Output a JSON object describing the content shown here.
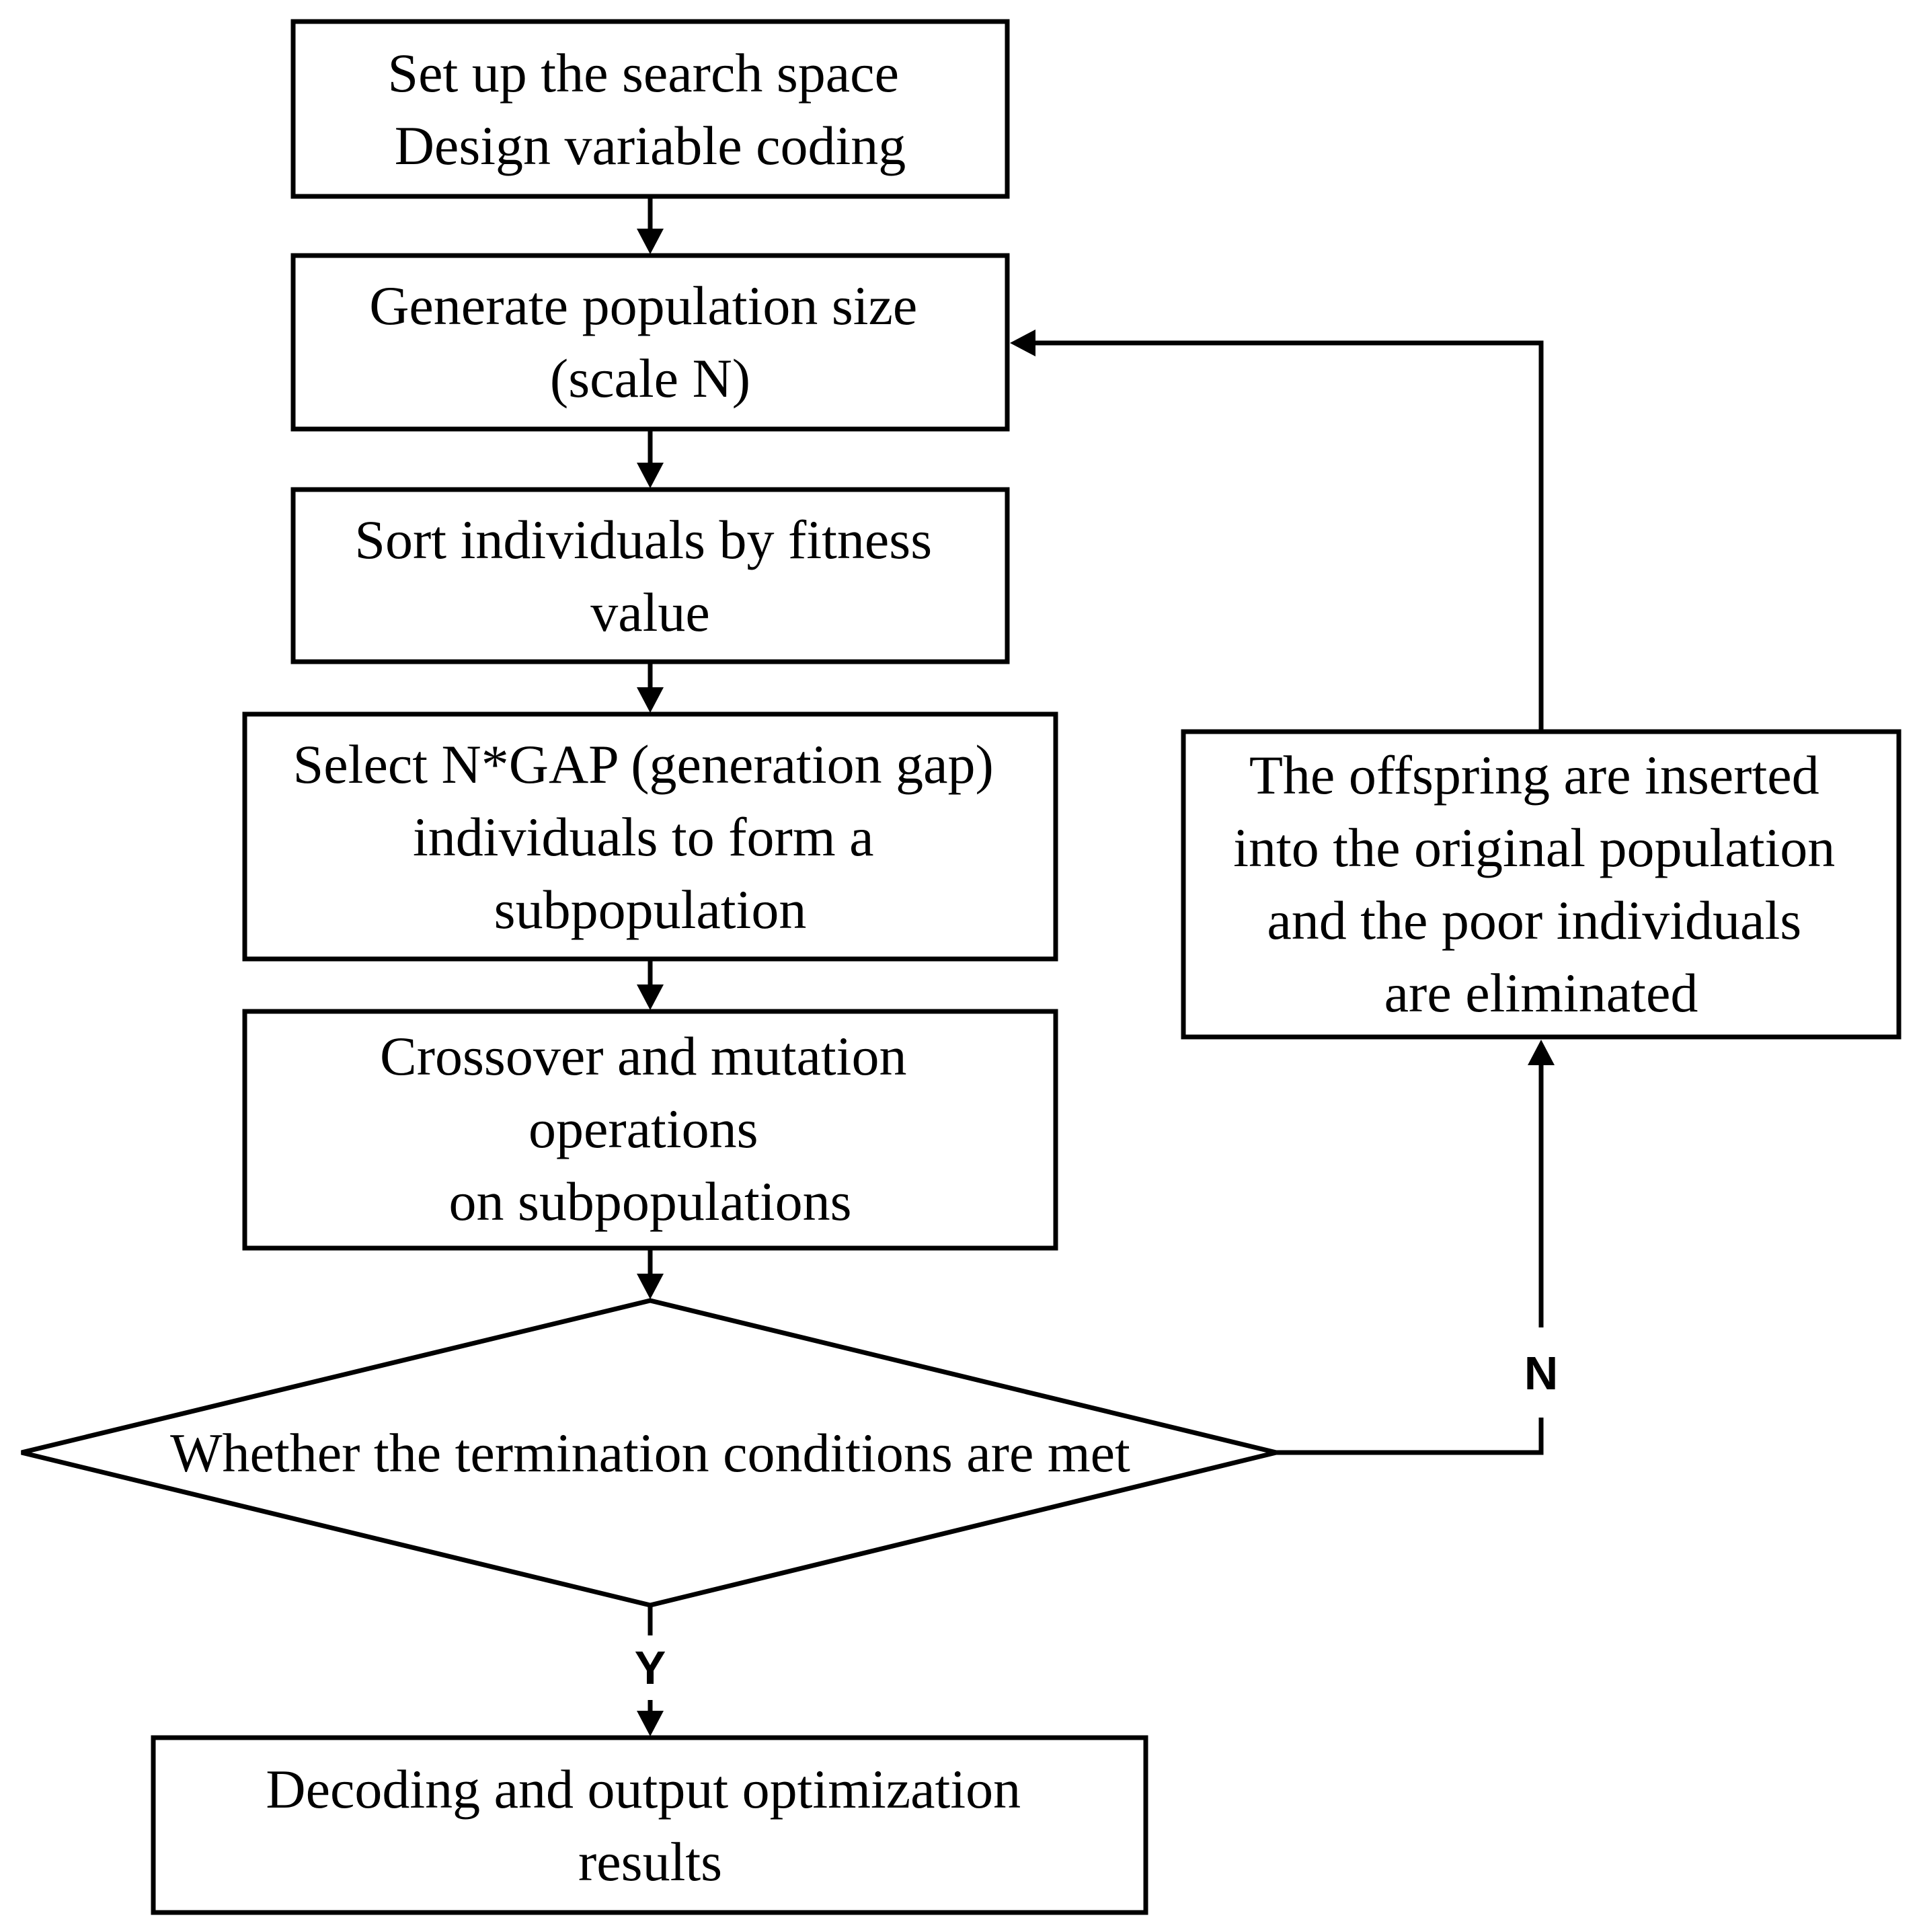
{
  "nodes": {
    "setup": {
      "lines": [
        "Set up the search space",
        "Design variable coding"
      ]
    },
    "generate": {
      "lines": [
        "Generate population size",
        "(scale N)"
      ]
    },
    "sort": {
      "lines": [
        "Sort individuals by fitness",
        "value"
      ]
    },
    "select": {
      "lines": [
        "Select N*GAP (generation gap)",
        "individuals to form a",
        "subpopulation"
      ]
    },
    "crossover": {
      "lines": [
        "Crossover and mutation",
        "operations",
        "on subpopulations"
      ]
    },
    "decision": {
      "lines": [
        "Whether the termination conditions are met"
      ]
    },
    "decode": {
      "lines": [
        "Decoding and output optimization",
        "results"
      ]
    },
    "insert": {
      "lines": [
        "The offspring are inserted",
        "into the original population",
        "and the poor individuals",
        "are eliminated"
      ]
    }
  },
  "labels": {
    "yes": "Y",
    "no": "N"
  },
  "colors": {
    "stroke": "#000000",
    "fill": "#ffffff",
    "text": "#000000"
  }
}
